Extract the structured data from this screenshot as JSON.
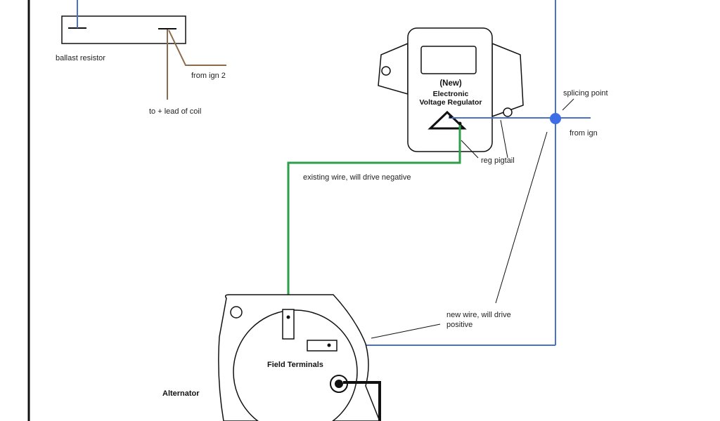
{
  "labels": {
    "ballast_resistor": "ballast resistor",
    "from_ign_2": "from ign 2",
    "to_coil": "to + lead of coil",
    "splicing_point": "splicing point",
    "from_ign": "from ign",
    "reg_pigtail": "reg pigtail",
    "existing_wire": "existing wire, will drive negative",
    "new_wire_line1": "new wire, will drive",
    "new_wire_line2": "positive",
    "field_terminals": "Field Terminals",
    "alternator": "Alternator"
  },
  "regulator": {
    "line1": "(New)",
    "line2": "Electronic",
    "line3": "Voltage Regulator"
  },
  "colors": {
    "positive_wire": "#4a72c4",
    "negative_wire": "#2e9e4a",
    "coil_wire": "#8b6b4e",
    "frame": "#111111",
    "splice_dot": "#3d6ee6"
  }
}
